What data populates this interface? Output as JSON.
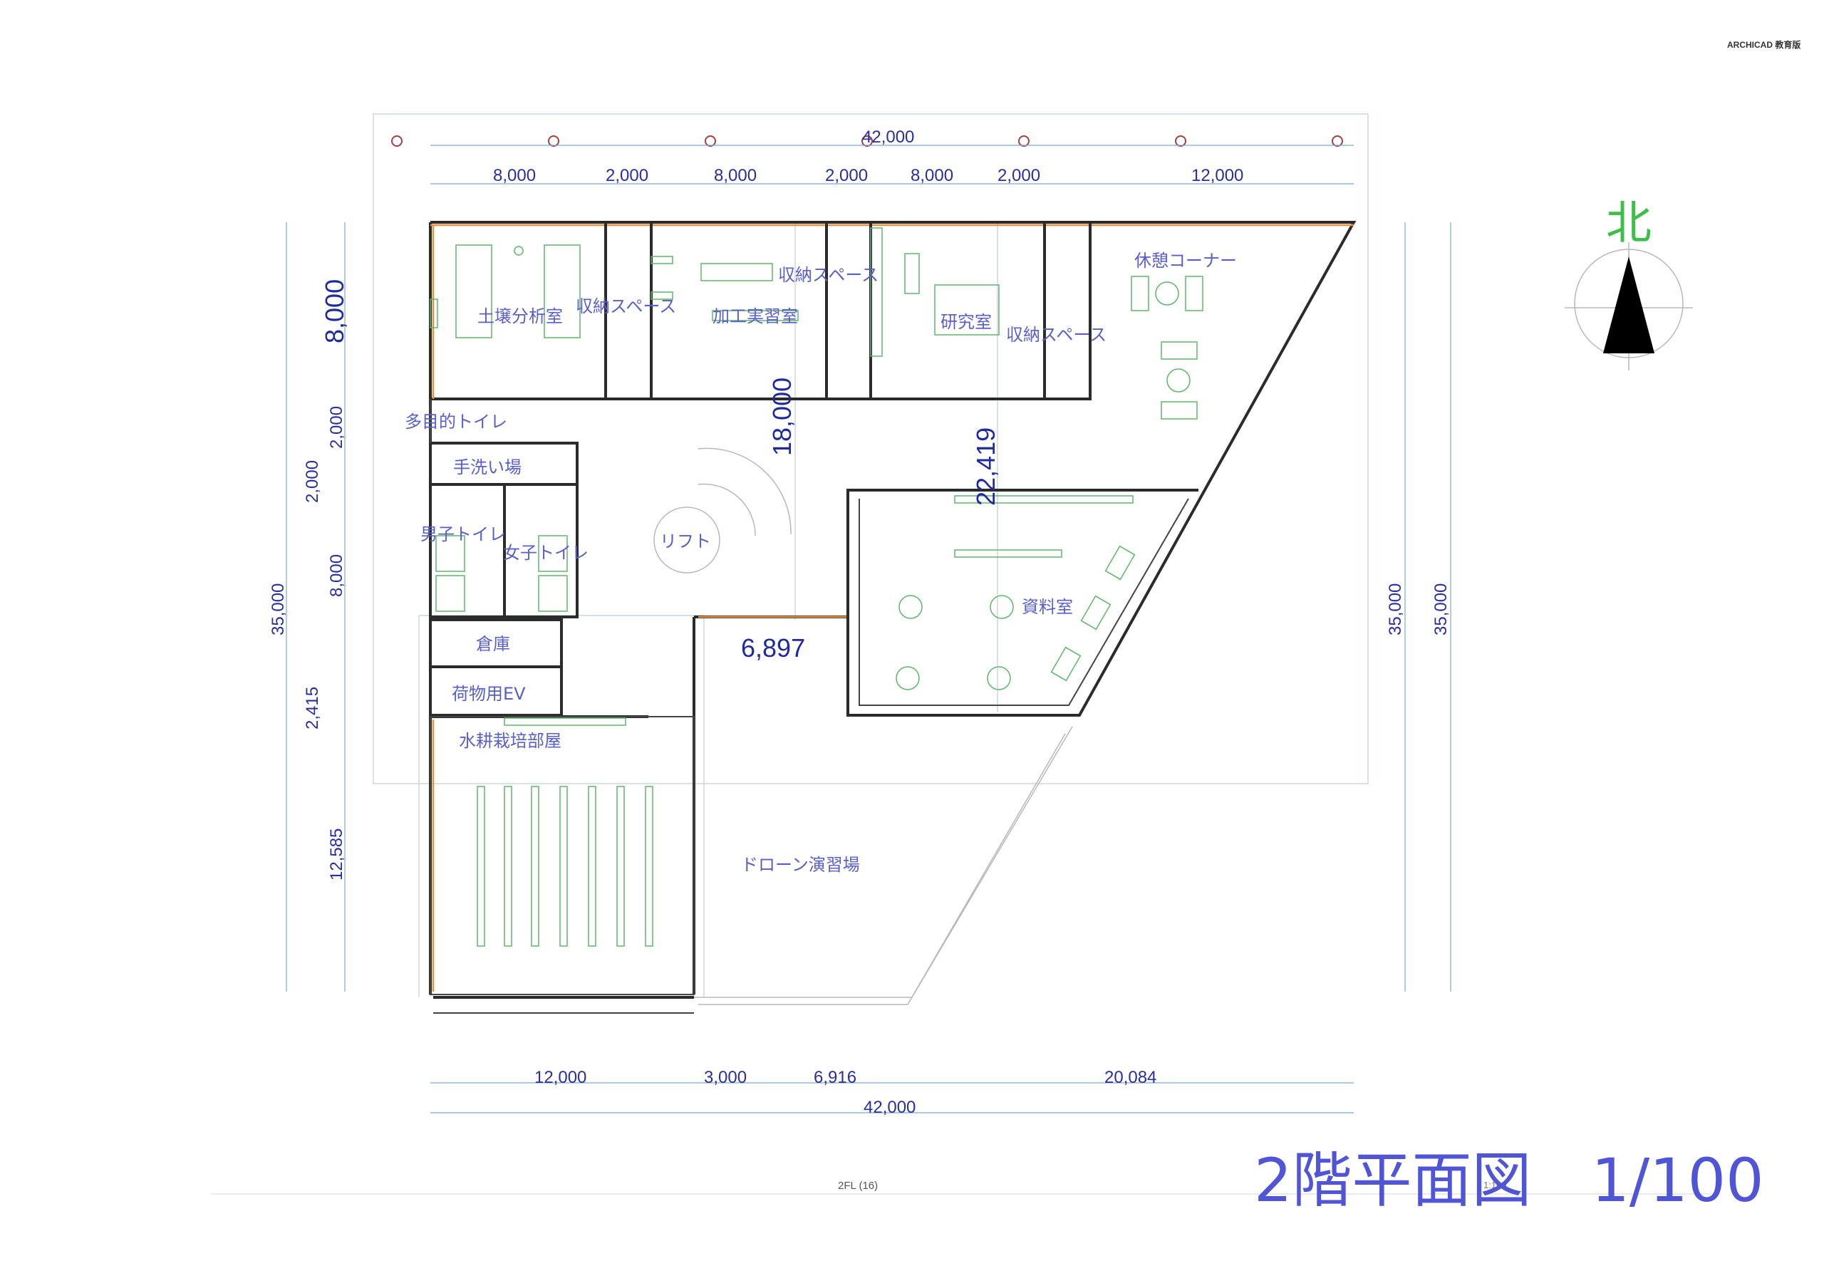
{
  "header": {
    "brand": "ARCHICAD 教育版"
  },
  "title": {
    "text": "2階平面図　1/100"
  },
  "footer": {
    "floor": "2FL (16)",
    "scale": "1:100"
  },
  "north": {
    "label": "北"
  },
  "rooms": {
    "soil": "土壌分析室",
    "storage1": "収納スペース",
    "storage2": "収納スペース",
    "storage3": "収納スペース",
    "processing": "加工実習室",
    "lab": "研究室",
    "lounge": "休憩コーナー",
    "multi_toilet": "多目的トイレ",
    "handwash": "手洗い場",
    "lift": "リフト",
    "mens": "男子トイレ",
    "womens": "女子トイレ",
    "warehouse": "倉庫",
    "freight_ev": "荷物用EV",
    "hydroponics": "水耕栽培部屋",
    "library": "資料室",
    "drone": "ドローン演習場"
  },
  "dims": {
    "top_total": "42,000",
    "top_8000_a": "8,000",
    "top_2000_a": "2,000",
    "top_8000_b": "8,000",
    "top_2000_b": "2,000",
    "top_8000_c": "8,000",
    "top_2000_c": "2,000",
    "top_12000": "12,000",
    "left_8000_big": "8,000",
    "left_2000_a": "2,000",
    "left_2000_b": "2,000",
    "left_8000": "8,000",
    "left_35000": "35,000",
    "left_2415": "2,415",
    "left_12585": "12,585",
    "center_18000": "18,000",
    "center_22419": "22,419",
    "center_6897": "6,897",
    "right_35000_a": "35,000",
    "right_35000_b": "35,000",
    "bottom_12000": "12,000",
    "bottom_3000": "3,000",
    "bottom_6916": "6,916",
    "bottom_20084": "20,084",
    "bottom_total": "42,000"
  }
}
